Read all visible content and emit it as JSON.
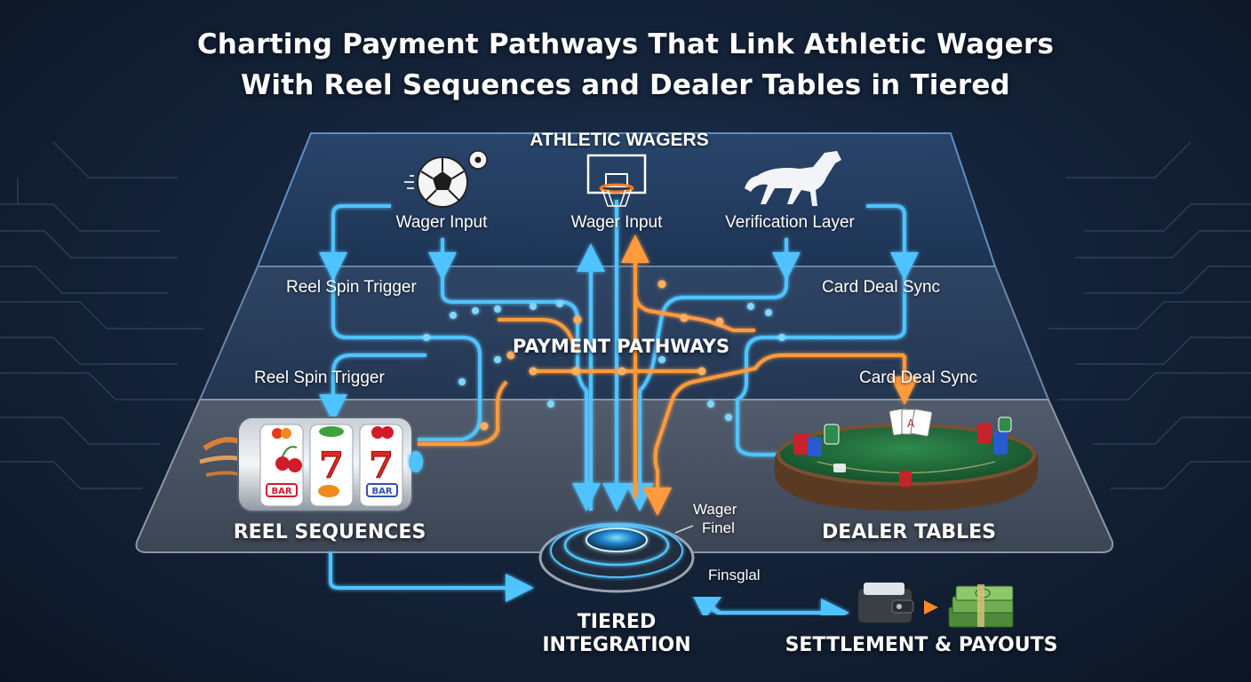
{
  "title": {
    "line1": "Charting Payment Pathways That Link Athletic Wagers",
    "line2": "With Reel Sequences and Dealer Tables in Tiered"
  },
  "tiers": {
    "top": "ATHLETIC WAGERS",
    "middle": "PAYMENT PATHWAYS",
    "bottom_left": "REEL SEQUENCES",
    "bottom_right": "DEALER TABLES"
  },
  "labels": {
    "wager_input_left": "Wager Input",
    "wager_input_center": "Wager Input",
    "verification_layer": "Verification Layer",
    "reel_spin_trigger_1": "Reel Spin Trigger",
    "card_deal_sync_1": "Card Deal Sync",
    "reel_spin_trigger_2": "Reel Spin Trigger",
    "card_deal_sync_2": "Card Deal Sync",
    "wager_finel_1": "Wager",
    "wager_finel_2": "Finel",
    "finsglal": "Finsglal"
  },
  "hub": {
    "line1": "TIERED",
    "line2": "INTEGRATION"
  },
  "settlement": "SETTLEMENT & PAYOUTS",
  "slot_symbols": [
    "7",
    "7",
    "BAR",
    "BAR"
  ],
  "icons": [
    "soccer-ball-icon",
    "basketball-hoop-icon",
    "horse-icon",
    "slot-machine-icon",
    "card-table-icon",
    "wallet-icon",
    "cash-stack-icon",
    "hub-disc-icon"
  ],
  "colors": {
    "blue_path": "#4fc3ff",
    "orange_path": "#ff9a3c",
    "tier_fill": "#2a3f5e",
    "bottom_tier_fill": "#4b5566"
  }
}
